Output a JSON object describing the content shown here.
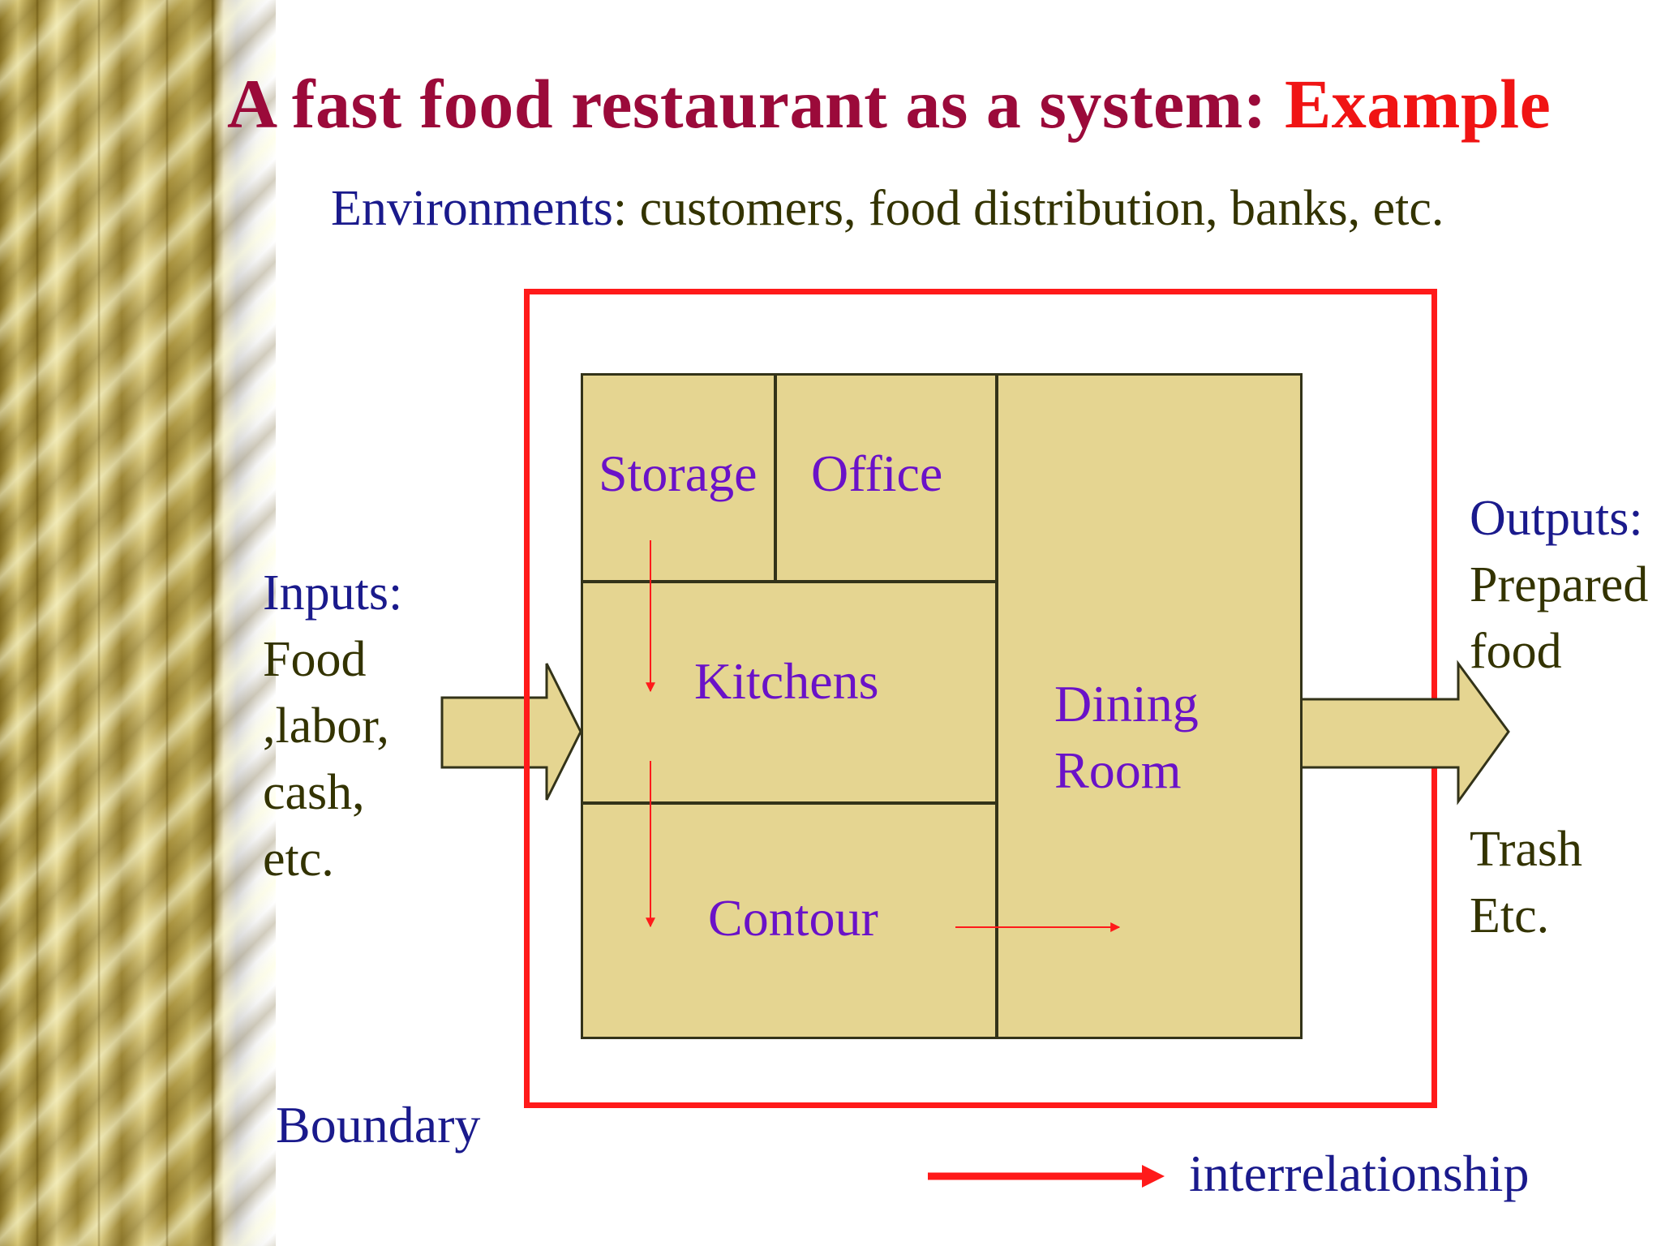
{
  "slide": {
    "title_main": "A fast food restaurant as a system: ",
    "title_accent": "Example",
    "environments_label": "Environments",
    "environments_text": ": customers, food distribution, banks, etc."
  },
  "diagram": {
    "rooms": {
      "storage": "Storage",
      "office": "Office",
      "kitchens": "Kitchens",
      "contour": "Contour",
      "dining_line1": "Dining",
      "dining_line2": "Room"
    },
    "inputs": {
      "heading": "Inputs:",
      "lines": [
        "Food",
        ",labor,",
        "cash,",
        "etc."
      ]
    },
    "outputs": {
      "heading": "Outputs:",
      "lines": [
        "Prepared",
        "food"
      ],
      "extra_lines": [
        "Trash",
        "Etc."
      ]
    },
    "boundary_label": "Boundary",
    "legend_label": "interrelationship"
  },
  "colors": {
    "title": "#9b0a3a",
    "accent": "#f01414",
    "boundary": "#ff1a1a",
    "room_fill": "#e5d591",
    "room_text": "#6a12c8",
    "heading_text": "#1a1a8c",
    "body_text": "#333300",
    "arrow_fill": "#e5d591"
  }
}
